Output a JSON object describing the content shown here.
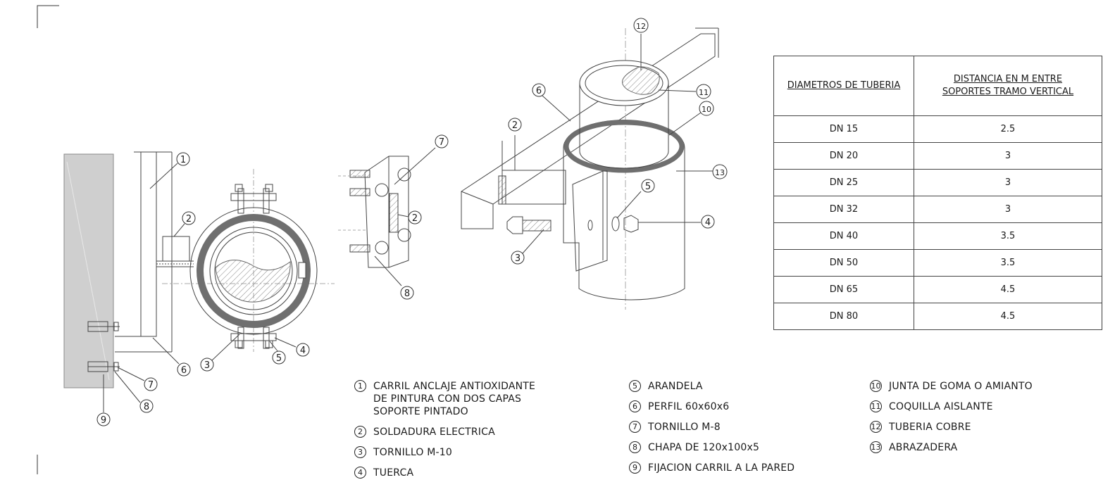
{
  "table": {
    "headers": [
      "DIAMETROS DE TUBERIA",
      "DISTANCIA EN M ENTRE\nSOPORTES TRAMO VERTICAL"
    ],
    "rows": [
      [
        "DN 15",
        "2.5"
      ],
      [
        "DN 20",
        "3"
      ],
      [
        "DN 25",
        "3"
      ],
      [
        "DN 32",
        "3"
      ],
      [
        "DN 40",
        "3.5"
      ],
      [
        "DN 50",
        "3.5"
      ],
      [
        "DN 65",
        "4.5"
      ],
      [
        "DN 80",
        "4.5"
      ]
    ]
  },
  "legend": {
    "col1": [
      {
        "num": "1",
        "text": "CARRIL ANCLAJE ANTIOXIDANTE\nDE PINTURA CON DOS CAPAS\nSOPORTE PINTADO"
      },
      {
        "num": "2",
        "text": "SOLDADURA ELECTRICA"
      },
      {
        "num": "3",
        "text": "TORNILLO M-10"
      },
      {
        "num": "4",
        "text": "TUERCA"
      }
    ],
    "col2": [
      {
        "num": "5",
        "text": "ARANDELA"
      },
      {
        "num": "6",
        "text": "PERFIL 60x60x6"
      },
      {
        "num": "7",
        "text": "TORNILLO M-8"
      },
      {
        "num": "8",
        "text": "CHAPA DE 120x100x5"
      },
      {
        "num": "9",
        "text": "FIJACION CARRIL A LA PARED"
      }
    ],
    "col3": [
      {
        "num": "10",
        "text": "JUNTA DE GOMA O AMIANTO"
      },
      {
        "num": "11",
        "text": "COQUILLA AISLANTE"
      },
      {
        "num": "12",
        "text": "TUBERIA COBRE"
      },
      {
        "num": "13",
        "text": "ABRAZADERA"
      }
    ]
  },
  "callouts": {
    "side": [
      "1",
      "2",
      "6",
      "7",
      "8",
      "9"
    ],
    "front": [
      "3",
      "5",
      "4"
    ],
    "iso": [
      "12",
      "11",
      "10",
      "6",
      "7",
      "2",
      "2",
      "13",
      "5",
      "4",
      "3",
      "8"
    ]
  }
}
